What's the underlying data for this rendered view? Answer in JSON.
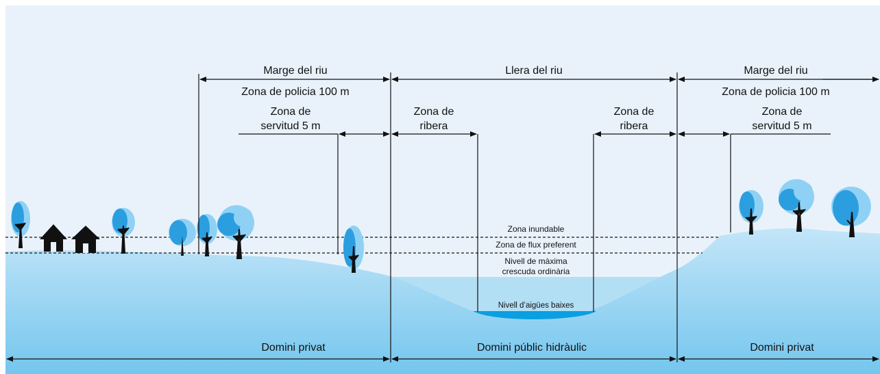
{
  "margin_left": {
    "title": "Marge del riu",
    "policia": "Zona de policia 100 m",
    "servitud_line1": "Zona de",
    "servitud_line2": "servitud 5 m"
  },
  "river_bed": {
    "title": "Llera del riu",
    "ribera_left_line1": "Zona de",
    "ribera_left_line2": "ribera",
    "ribera_right_line1": "Zona de",
    "ribera_right_line2": "ribera"
  },
  "margin_right": {
    "title": "Marge del riu",
    "policia": "Zona de policia 100 m",
    "servitud_line1": "Zona de",
    "servitud_line2": "servitud 5 m"
  },
  "levels": {
    "inundable": "Zona inundable",
    "flux_preferent": "Zona de flux preferent",
    "maxima_line1": "Nivell de màxima",
    "maxima_line2": "crescuda ordinària",
    "aigues_baixes": "Nivell d’aigües baixes"
  },
  "domains": {
    "left": "Domini privat",
    "center": "Domini públic hidràulic",
    "right": "Domini privat"
  },
  "colors": {
    "sky": "#e8f2fa",
    "ground_top": "#bfe3f7",
    "ground_bottom": "#7ccaf0",
    "water": "#b4dff5",
    "low_water": "#0aa0e0",
    "tree_light": "#8fd1f5",
    "tree_dark": "#2b9ee0",
    "house": "#111111"
  }
}
